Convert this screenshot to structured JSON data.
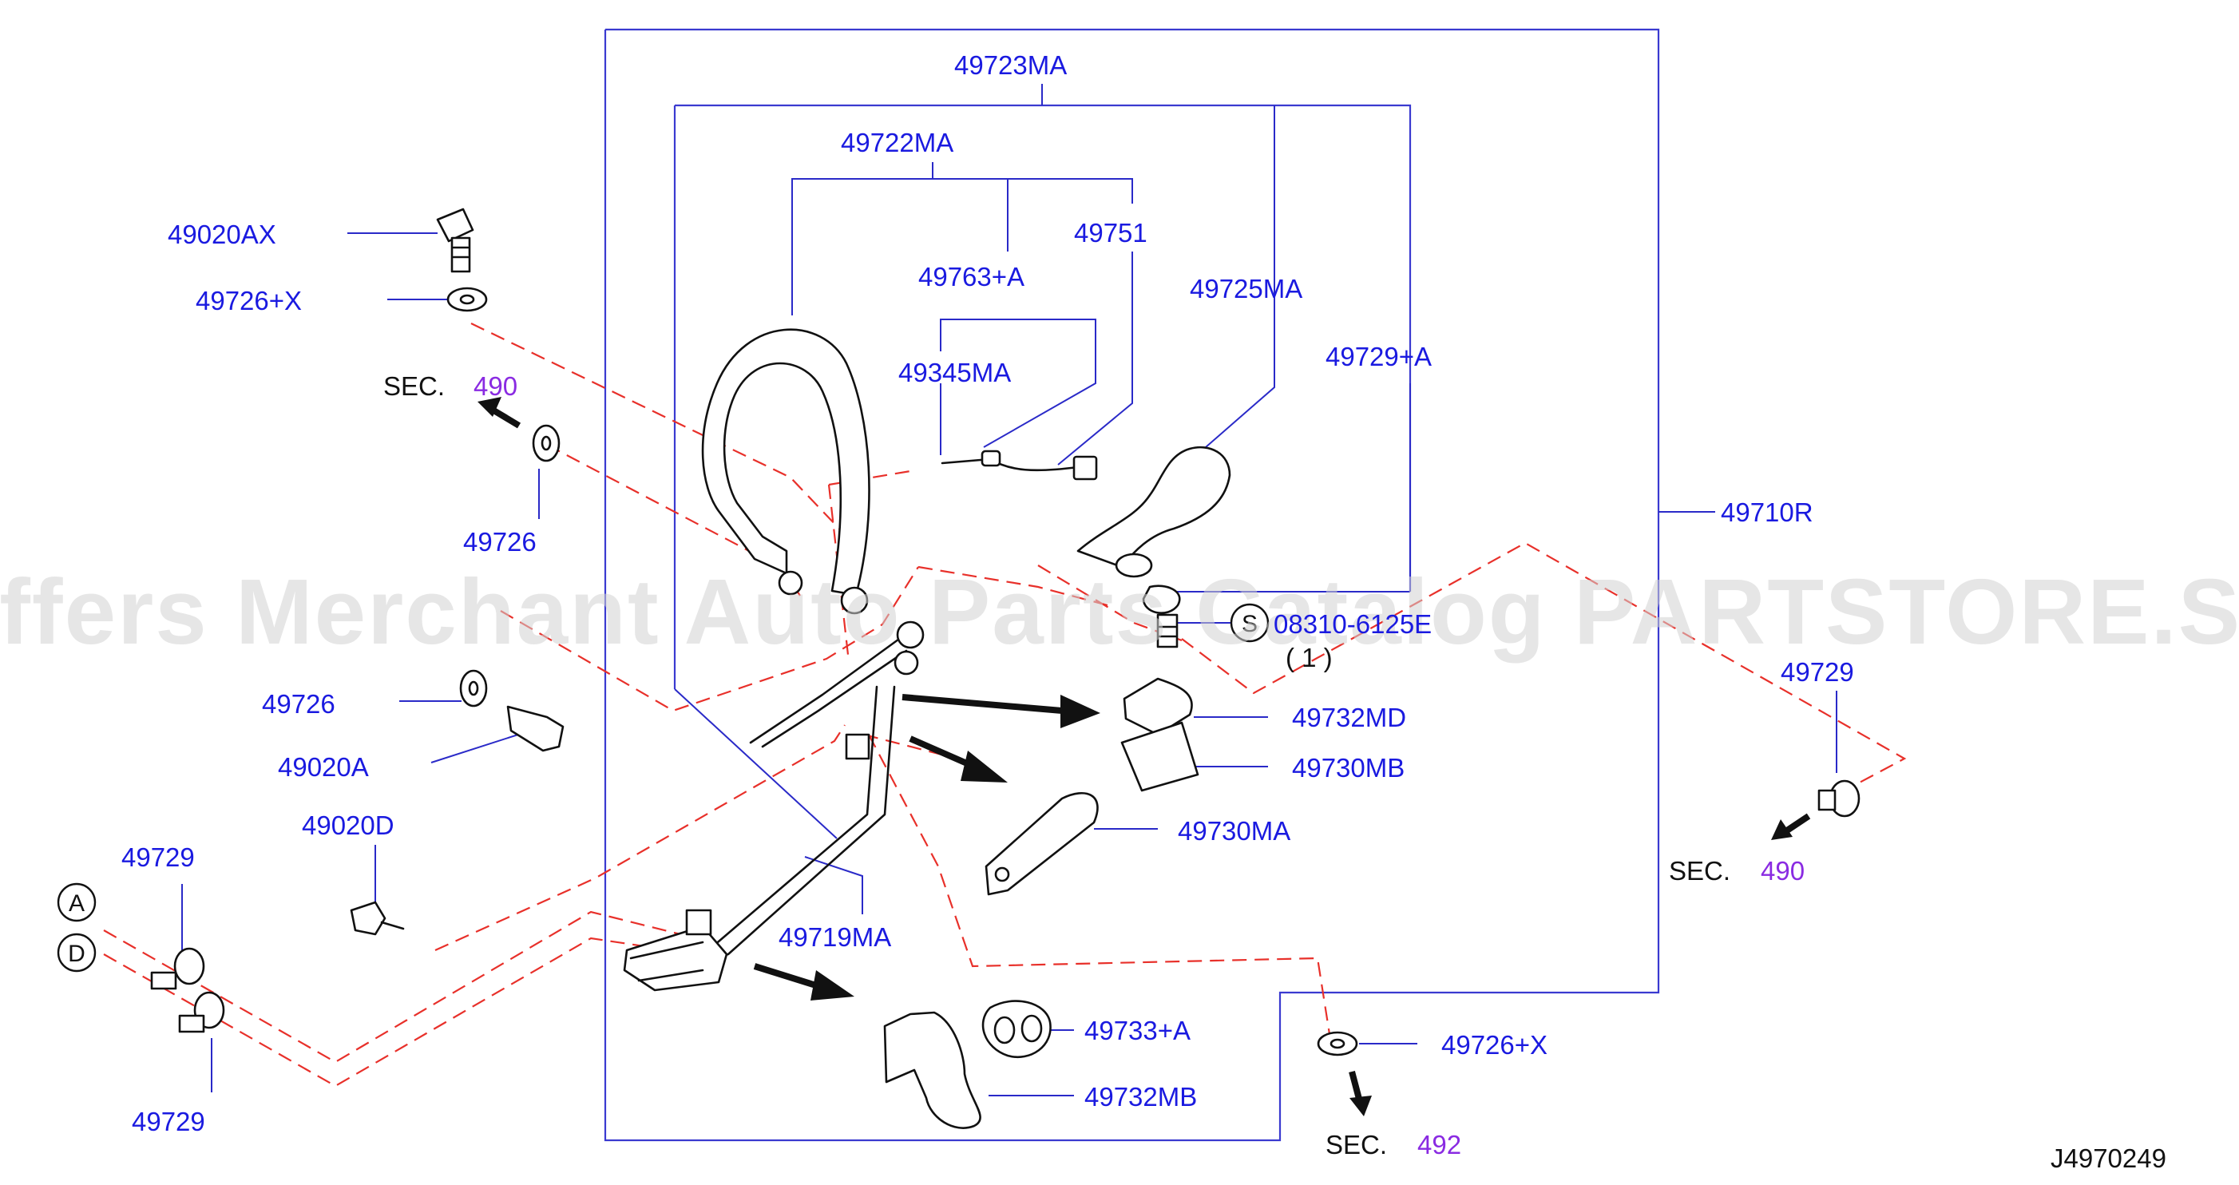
{
  "watermark": "Offers Merchant Auto Parts Catalog PARTSTORE.SA",
  "diagram_code": "J4970249",
  "labels": {
    "p49723MA": "49723MA",
    "p49722MA": "49722MA",
    "p49751": "49751",
    "p49763A": "49763+A",
    "p49345MA": "49345MA",
    "p49725MA": "49725MA",
    "p49729A": "49729+A",
    "p49020AX": "49020AX",
    "p49726X_top": "49726+X",
    "p49726_a": "49726",
    "p49726_b": "49726",
    "p49020A": "49020A",
    "p49020D": "49020D",
    "p49729_left_top": "49729",
    "p49729_left_bottom": "49729",
    "p49719MA": "49719MA",
    "p49710R": "49710R",
    "p49729_right": "49729",
    "p08310": "08310-6125E",
    "p08310_qty": "( 1 )",
    "p49732MD": "49732MD",
    "p49730MB": "49730MB",
    "p49730MA": "49730MA",
    "p49733A": "49733+A",
    "p49732MB": "49732MB",
    "p49726X_bottom": "49726+X"
  },
  "sections": {
    "sec_word": "SEC.",
    "sec_left": "490",
    "sec_right": "490",
    "sec_bottom": "492"
  },
  "connectors": {
    "a": "A",
    "d": "D",
    "s": "S"
  },
  "colors": {
    "label": "#1a1ae0",
    "section_number": "#8a2be2",
    "leader": "#2a2ac8",
    "dashed_reference": "#e8302a",
    "part_outline": "#111111"
  }
}
